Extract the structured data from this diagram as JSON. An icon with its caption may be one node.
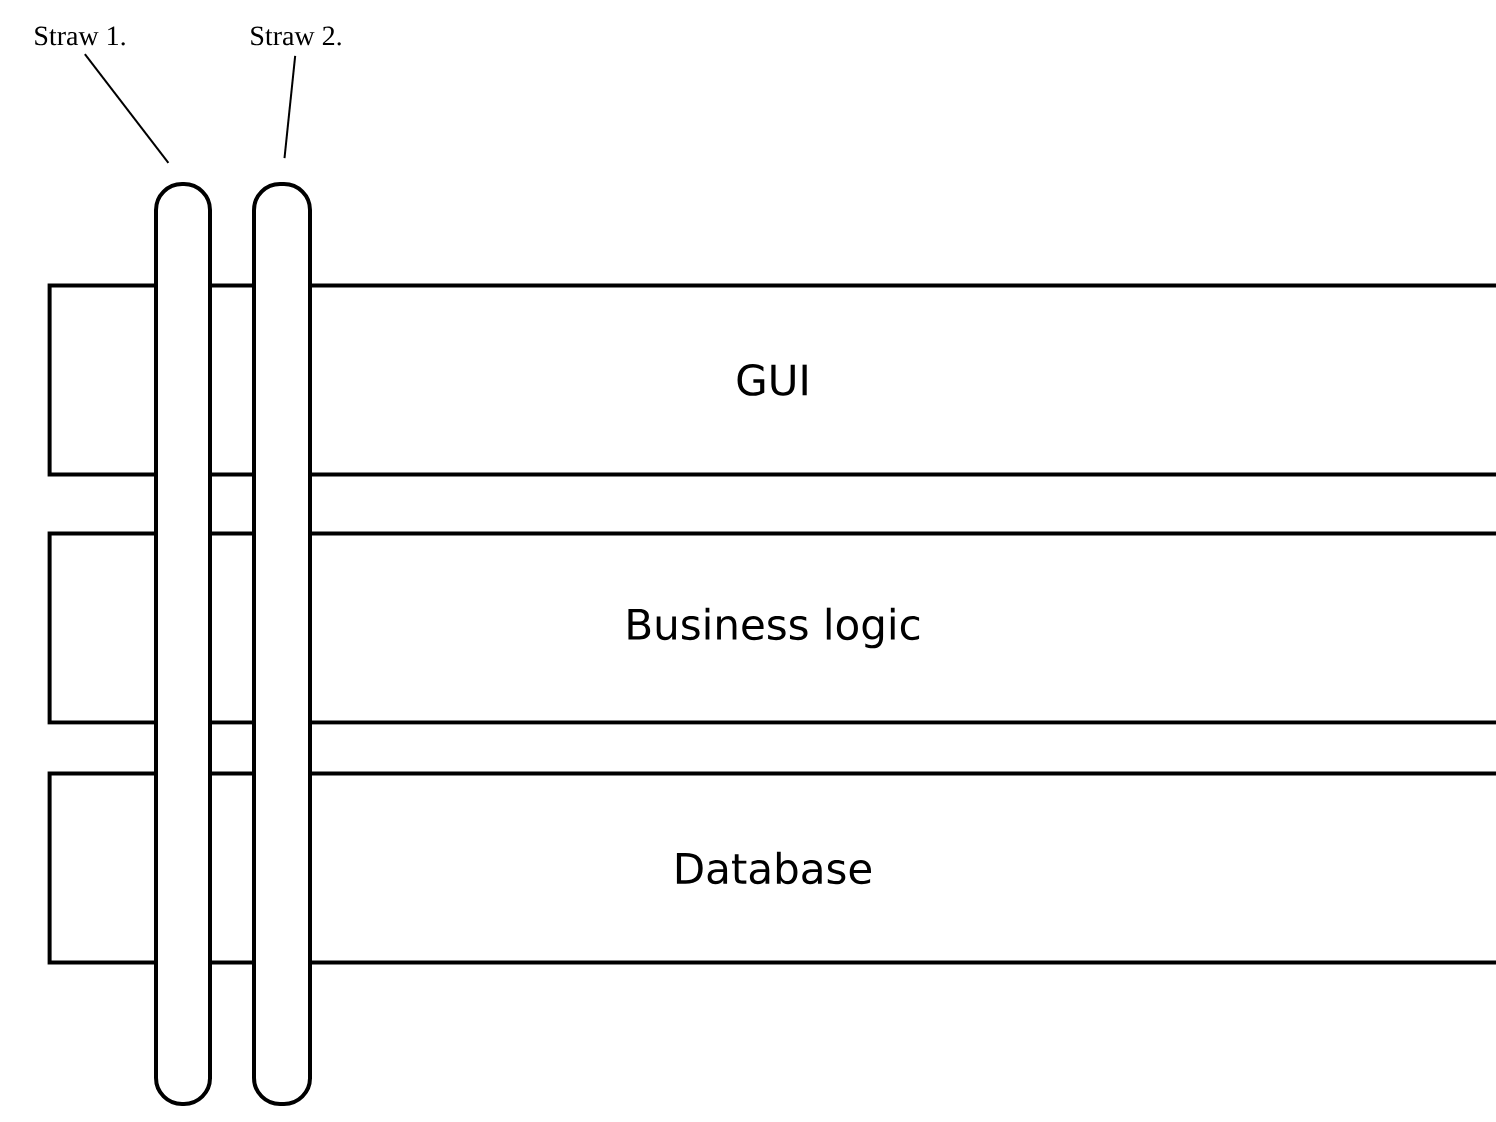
{
  "diagram": {
    "nodes": [
      {
        "text": [
          "Straw 1."
        ]
      },
      {
        "text": [
          "Straw 2."
        ]
      },
      {
        "text": [],
        "shape": "bar"
      },
      {
        "text": [],
        "shape": "bar"
      },
      {
        "text": [
          "GUI"
        ]
      },
      {
        "text": [
          "Business logic"
        ]
      },
      {
        "text": [
          "Database"
        ]
      }
    ],
    "edges": [
      {
        "from": 0,
        "to": 2,
        "arrow": "none"
      },
      {
        "from": 1,
        "to": 3,
        "arrow": "none"
      }
    ]
  }
}
